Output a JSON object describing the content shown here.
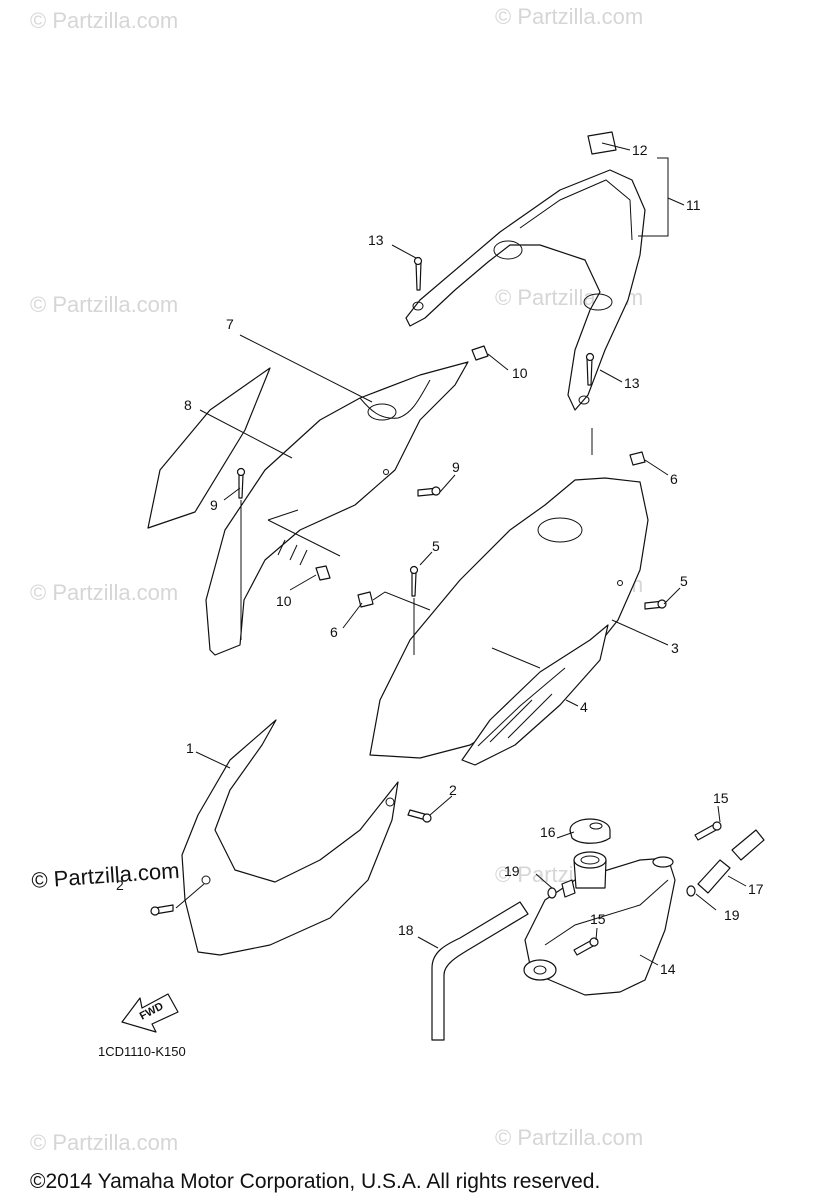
{
  "watermarks": {
    "text": "© Partzilla.com",
    "prominent": "© Partzilla.com"
  },
  "callouts": [
    "1",
    "2",
    "2",
    "3",
    "4",
    "5",
    "5",
    "6",
    "6",
    "7",
    "8",
    "9",
    "9",
    "10",
    "10",
    "11",
    "12",
    "13",
    "13",
    "14",
    "15",
    "15",
    "16",
    "17",
    "18",
    "19",
    "19"
  ],
  "fwd_label": "FWD",
  "diagram_code": "1CD1110-K150",
  "copyright": "©2014  Yamaha Motor Corporation, U.S.A. All rights reserved."
}
